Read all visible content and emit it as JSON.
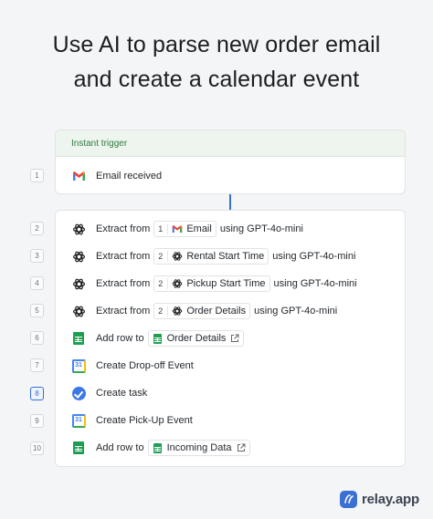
{
  "title": {
    "line1": "Use AI to parse new order email",
    "line2": "and create a calendar event"
  },
  "trigger": {
    "header": "Instant trigger",
    "step_number": "1",
    "icon": "gmail-icon",
    "label": "Email received"
  },
  "steps": [
    {
      "number": "2",
      "icon": "openai-icon",
      "text": "Extract from",
      "chip": {
        "num": "1",
        "icon": "gmail-icon",
        "label": "Email",
        "external": false
      },
      "suffix": "using GPT-4o-mini"
    },
    {
      "number": "3",
      "icon": "openai-icon",
      "text": "Extract from",
      "chip": {
        "num": "2",
        "icon": "openai-icon",
        "label": "Rental Start Time",
        "external": false
      },
      "suffix": "using GPT-4o-mini"
    },
    {
      "number": "4",
      "icon": "openai-icon",
      "text": "Extract from",
      "chip": {
        "num": "2",
        "icon": "openai-icon",
        "label": "Pickup Start Time",
        "external": false
      },
      "suffix": "using GPT-4o-mini"
    },
    {
      "number": "5",
      "icon": "openai-icon",
      "text": "Extract from",
      "chip": {
        "num": "2",
        "icon": "openai-icon",
        "label": "Order Details",
        "external": false
      },
      "suffix": "using GPT-4o-mini"
    },
    {
      "number": "6",
      "icon": "google-sheets-icon",
      "text": "Add row to",
      "chip": {
        "icon": "google-sheets-icon",
        "label": "Order Details",
        "external": true
      },
      "suffix": ""
    },
    {
      "number": "7",
      "icon": "google-calendar-icon",
      "text": "Create Drop-off Event",
      "suffix": ""
    },
    {
      "number": "8",
      "icon": "google-tasks-icon",
      "text": "Create task",
      "suffix": "",
      "active": true
    },
    {
      "number": "9",
      "icon": "google-calendar-icon",
      "text": "Create Pick-Up Event",
      "suffix": ""
    },
    {
      "number": "10",
      "icon": "google-sheets-icon",
      "text": "Add row to",
      "chip": {
        "icon": "google-sheets-icon",
        "label": "Incoming Data",
        "external": true
      },
      "suffix": ""
    }
  ],
  "brand": {
    "name": "relay.app",
    "accent": "#3b6fd4"
  }
}
